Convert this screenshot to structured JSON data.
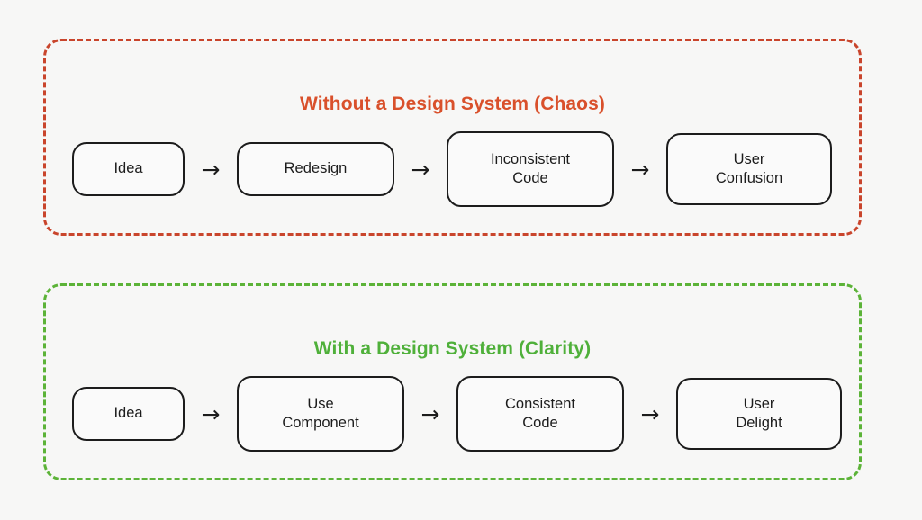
{
  "page": {
    "background_color": "#f7f7f6",
    "text_color": "#1c1c1c"
  },
  "panels": [
    {
      "key": "chaos",
      "title": "Without a Design System (Chaos)",
      "title_color": "#d9502b",
      "border_color": "#c9452c",
      "border_style": "dashed",
      "arrow_glyph": "→",
      "steps": [
        {
          "label": "Idea",
          "size": "sm"
        },
        {
          "label": "Redesign",
          "size": "md"
        },
        {
          "label": "Inconsistent\nCode",
          "line1": "Inconsistent",
          "line2": "Code",
          "size": "lg"
        },
        {
          "label": "User\nConfusion",
          "line1": "User",
          "line2": "Confusion",
          "size": "lg2"
        }
      ]
    },
    {
      "key": "clarity",
      "title": "With a Design System (Clarity)",
      "title_color": "#4fb03a",
      "border_color": "#5cb338",
      "border_style": "dashed",
      "arrow_glyph": "→",
      "steps": [
        {
          "label": "Idea",
          "size": "sm"
        },
        {
          "label": "Use\nComponent",
          "line1": "Use",
          "line2": "Component",
          "size": "lg"
        },
        {
          "label": "Consistent\nCode",
          "line1": "Consistent",
          "line2": "Code",
          "size": "lg"
        },
        {
          "label": "User\nDelight",
          "line1": "User",
          "line2": "Delight",
          "size": "lg2"
        }
      ]
    }
  ]
}
